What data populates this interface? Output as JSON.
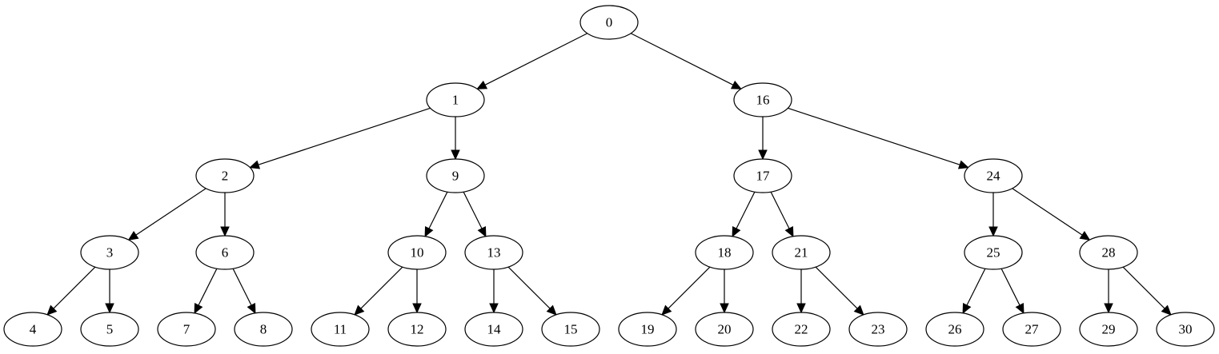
{
  "diagram": {
    "type": "directed-tree",
    "colors": {
      "background": "#ffffff",
      "stroke": "#000000",
      "text": "#000000"
    },
    "nodes": [
      {
        "id": "0",
        "label": "0"
      },
      {
        "id": "1",
        "label": "1"
      },
      {
        "id": "16",
        "label": "16"
      },
      {
        "id": "2",
        "label": "2"
      },
      {
        "id": "9",
        "label": "9"
      },
      {
        "id": "17",
        "label": "17"
      },
      {
        "id": "24",
        "label": "24"
      },
      {
        "id": "3",
        "label": "3"
      },
      {
        "id": "6",
        "label": "6"
      },
      {
        "id": "10",
        "label": "10"
      },
      {
        "id": "13",
        "label": "13"
      },
      {
        "id": "18",
        "label": "18"
      },
      {
        "id": "21",
        "label": "21"
      },
      {
        "id": "25",
        "label": "25"
      },
      {
        "id": "28",
        "label": "28"
      },
      {
        "id": "4",
        "label": "4"
      },
      {
        "id": "5",
        "label": "5"
      },
      {
        "id": "7",
        "label": "7"
      },
      {
        "id": "8",
        "label": "8"
      },
      {
        "id": "11",
        "label": "11"
      },
      {
        "id": "12",
        "label": "12"
      },
      {
        "id": "14",
        "label": "14"
      },
      {
        "id": "15",
        "label": "15"
      },
      {
        "id": "19",
        "label": "19"
      },
      {
        "id": "20",
        "label": "20"
      },
      {
        "id": "22",
        "label": "22"
      },
      {
        "id": "23",
        "label": "23"
      },
      {
        "id": "26",
        "label": "26"
      },
      {
        "id": "27",
        "label": "27"
      },
      {
        "id": "29",
        "label": "29"
      },
      {
        "id": "30",
        "label": "30"
      }
    ],
    "edges": [
      {
        "from": "0",
        "to": "1"
      },
      {
        "from": "0",
        "to": "16"
      },
      {
        "from": "1",
        "to": "2"
      },
      {
        "from": "1",
        "to": "9"
      },
      {
        "from": "16",
        "to": "17"
      },
      {
        "from": "16",
        "to": "24"
      },
      {
        "from": "2",
        "to": "3"
      },
      {
        "from": "2",
        "to": "6"
      },
      {
        "from": "9",
        "to": "10"
      },
      {
        "from": "9",
        "to": "13"
      },
      {
        "from": "17",
        "to": "18"
      },
      {
        "from": "17",
        "to": "21"
      },
      {
        "from": "24",
        "to": "25"
      },
      {
        "from": "24",
        "to": "28"
      },
      {
        "from": "3",
        "to": "4"
      },
      {
        "from": "3",
        "to": "5"
      },
      {
        "from": "6",
        "to": "7"
      },
      {
        "from": "6",
        "to": "8"
      },
      {
        "from": "10",
        "to": "11"
      },
      {
        "from": "10",
        "to": "12"
      },
      {
        "from": "13",
        "to": "14"
      },
      {
        "from": "13",
        "to": "15"
      },
      {
        "from": "18",
        "to": "19"
      },
      {
        "from": "18",
        "to": "20"
      },
      {
        "from": "21",
        "to": "22"
      },
      {
        "from": "21",
        "to": "23"
      },
      {
        "from": "25",
        "to": "26"
      },
      {
        "from": "25",
        "to": "27"
      },
      {
        "from": "28",
        "to": "29"
      },
      {
        "from": "28",
        "to": "30"
      }
    ]
  }
}
